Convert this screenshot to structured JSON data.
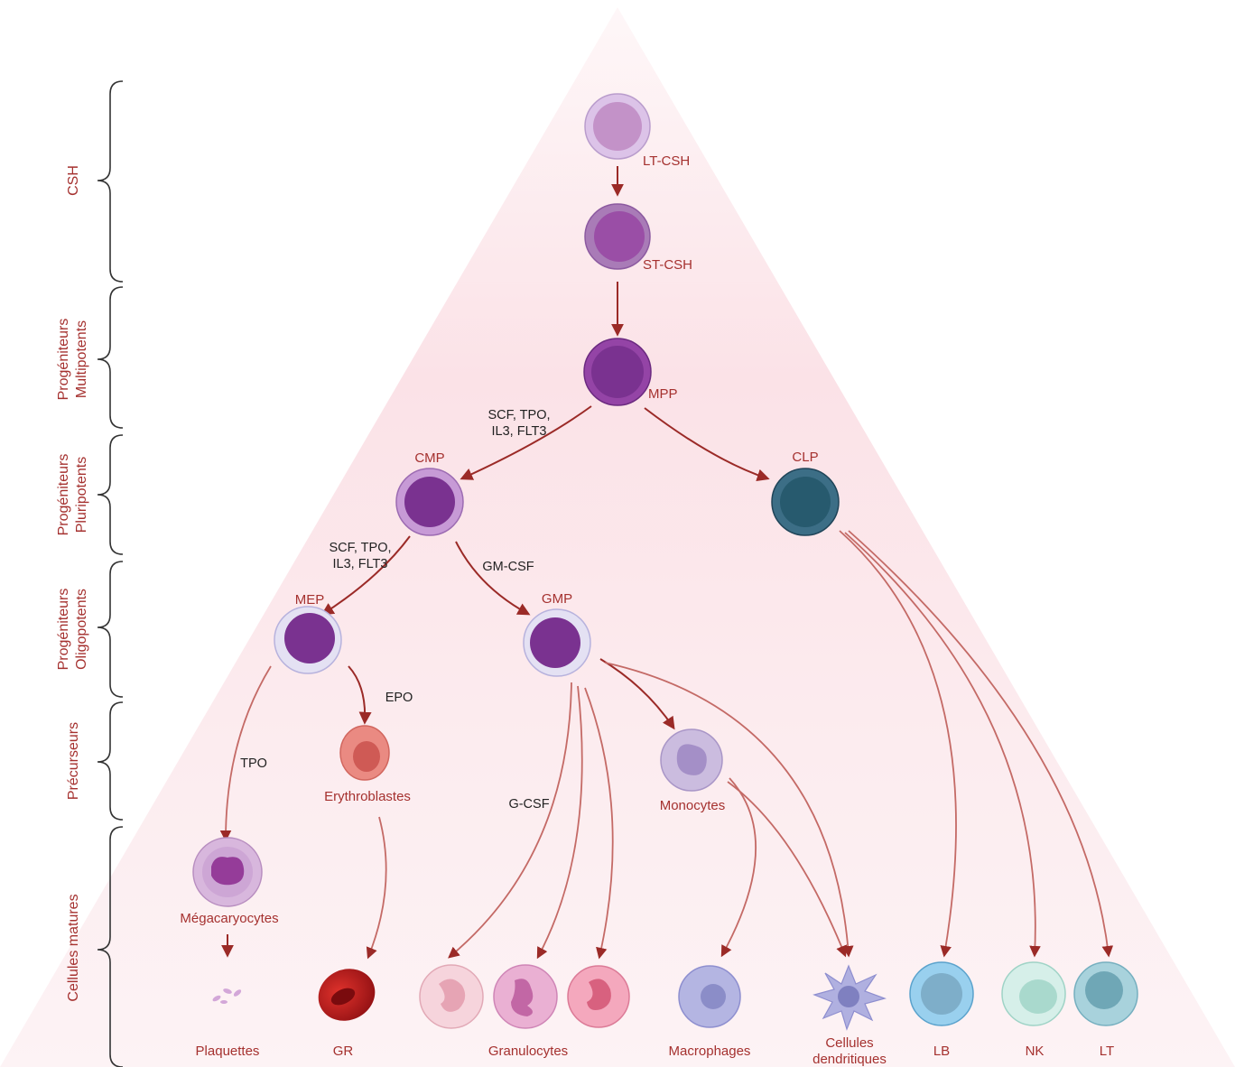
{
  "stages": [
    {
      "id": "hsc",
      "label": [
        "CSH"
      ]
    },
    {
      "id": "multipotent",
      "label": [
        "Progéniteurs",
        "Multipotents"
      ]
    },
    {
      "id": "pluripotent",
      "label": [
        "Progéniteurs",
        "Pluripotents"
      ]
    },
    {
      "id": "oligopotent",
      "label": [
        "Progéniteurs",
        "Oligopotents"
      ]
    },
    {
      "id": "precursors",
      "label": [
        "Précurseurs"
      ]
    },
    {
      "id": "mature",
      "label": [
        "Cellules matures"
      ]
    }
  ],
  "cells": {
    "lt_csh": "LT-CSH",
    "st_csh": "ST-CSH",
    "mpp": "MPP",
    "cmp": "CMP",
    "clp": "CLP",
    "mep": "MEP",
    "gmp": "GMP",
    "erythroblasts": "Erythroblastes",
    "monocytes": "Monocytes",
    "megakaryocytes": "Mégacaryocytes",
    "platelets": "Plaquettes",
    "rbc": "GR",
    "granulocytes": "Granulocytes",
    "macrophages": "Macrophages",
    "dendritic": [
      "Cellules",
      "dendritiques"
    ],
    "lb": "LB",
    "nk": "NK",
    "lt": "LT"
  },
  "factors": {
    "mpp_to_cmp": [
      "SCF, TPO,",
      "IL3, FLT3"
    ],
    "cmp_to_mep": [
      "SCF, TPO,",
      "IL3, FLT3"
    ],
    "cmp_to_gmp": "GM-CSF",
    "mep_to_ery": "EPO",
    "mep_to_mk": "TPO",
    "gmp_to_gran": "G-CSF"
  },
  "colors": {
    "label_red": "#a5312f",
    "arrow": "#9b2a27",
    "triangle_top": "#fdf4f5",
    "triangle_mid": "#fbdde3"
  }
}
